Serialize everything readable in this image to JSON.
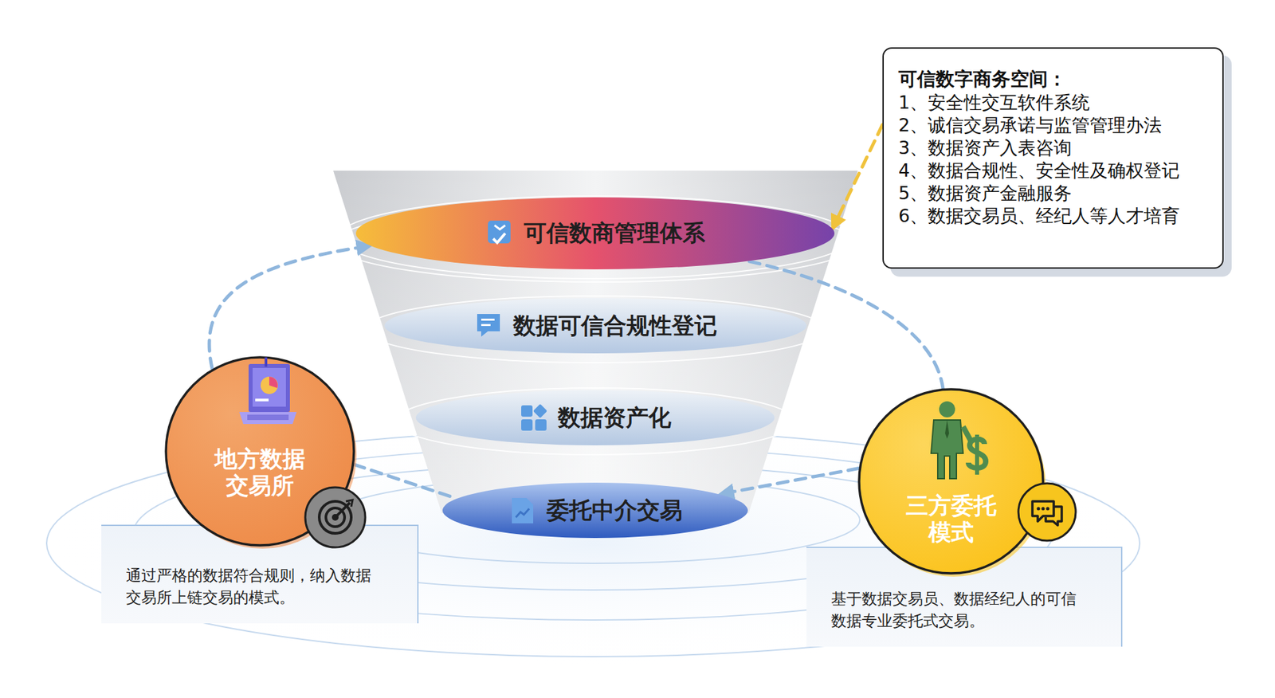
{
  "diagram": {
    "nodes": [
      {
        "text": [
          "可信数商管理体系"
        ]
      },
      {
        "text": [
          "数据可信合规性登记"
        ]
      },
      {
        "text": [
          "数据资产化"
        ]
      },
      {
        "text": [
          "委托中介交易"
        ]
      },
      {
        "text": [
          "可信数字商务空间：",
          "1、安全性交互软件系统",
          "2、诚信交易承诺与监管管理办法",
          "3、数据资产入表咨询",
          "4、数据合规性、安全性及确权登记",
          "5、数据资产金融服务",
          "6、数据交易员、经纪人等人才培育"
        ]
      },
      {
        "text": [
          "地方数据 交易所"
        ]
      },
      {
        "text": [
          "通过严格的数据符合规则，纳入数据交易所上链交易的模式。"
        ]
      },
      {
        "text": [
          "三方委托 模式"
        ]
      },
      {
        "text": [
          "基于数据交易员、数据经纪人的可信数据专业委托式交易。"
        ]
      }
    ],
    "edges": [
      {
        "from": 5,
        "to": 0,
        "arrow": "to"
      },
      {
        "from": 0,
        "to": 7,
        "arrow": "none"
      },
      {
        "from": 7,
        "to": 3,
        "arrow": "to"
      },
      {
        "from": 5,
        "to": 3,
        "arrow": "none"
      },
      {
        "from": 4,
        "to": 0,
        "arrow": "to"
      }
    ]
  }
}
